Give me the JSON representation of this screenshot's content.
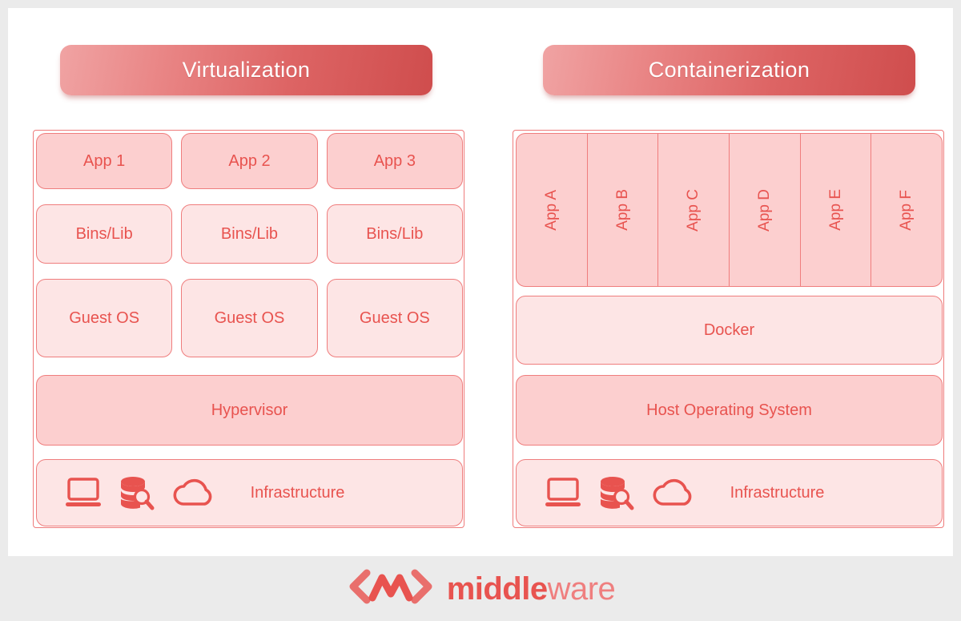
{
  "diagram": {
    "title_left": "Virtualization",
    "title_right": "Containerization",
    "left_stack": {
      "apps": [
        "App 1",
        "App 2",
        "App 3"
      ],
      "bins": [
        "Bins/Lib",
        "Bins/Lib",
        "Bins/Lib"
      ],
      "guest_os": [
        "Guest OS",
        "Guest OS",
        "Guest OS"
      ],
      "hypervisor": "Hypervisor",
      "infrastructure": "Infrastructure"
    },
    "right_stack": {
      "apps": [
        "App A",
        "App B",
        "App C",
        "App D",
        "App E",
        "App F"
      ],
      "docker": "Docker",
      "host_os": "Host Operating System",
      "infrastructure": "Infrastructure"
    },
    "icons": [
      "laptop-icon",
      "database-search-icon",
      "cloud-icon"
    ]
  },
  "footer": {
    "logo_mark": "chevron-wave-chevron-logo",
    "brand_primary": "middle",
    "brand_secondary": "ware"
  },
  "colors": {
    "accent": "#e8534f",
    "border": "#ef7d7d",
    "fill_strong": "#fccfcf",
    "fill_light": "#fde5e5",
    "header_gradient_start": "#f0a3a3",
    "header_gradient_end": "#cf4d4d",
    "page_background": "#ebebeb",
    "card_background": "#ffffff"
  }
}
